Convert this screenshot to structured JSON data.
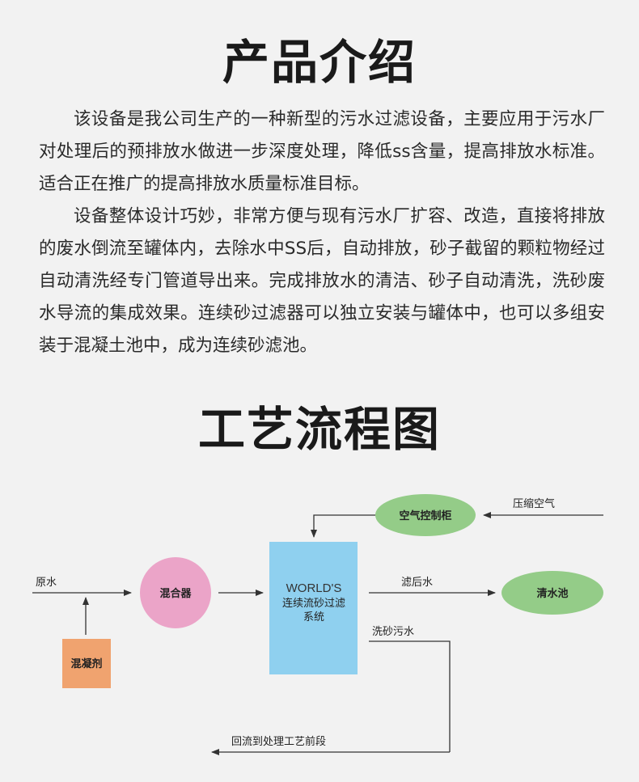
{
  "intro": {
    "title": "产品介绍",
    "paragraphs": [
      "该设备是我公司生产的一种新型的污水过滤设备，主要应用于污水厂对处理后的预排放水做进一步深度处理，降低ss含量，提高排放水标准。适合正在推广的提高排放水质量标准目标。",
      "设备整体设计巧妙，非常方便与现有污水厂扩容、改造，直接将排放的废水倒流至罐体内，去除水中SS后，自动排放，砂子截留的颗粒物经过自动清洗经专门管道导出来。完成排放水的清洁、砂子自动清洗，洗砂废水导流的集成效果。连续砂过滤器可以独立安装与罐体中，也可以多组安装于混凝土池中，成为连续砂滤池。"
    ]
  },
  "flow": {
    "title": "工艺流程图",
    "nodes": {
      "mixer": "混合器",
      "coagulant": "混凝剂",
      "system_brand": "WORLD'S",
      "system_line1": "连续流砂过滤",
      "system_line2": "系统",
      "air_cabinet": "空气控制柜",
      "clear_pool": "清水池"
    },
    "labels": {
      "raw_water": "原水",
      "compressed_air": "压缩空气",
      "filtered_water": "滤后水",
      "wash_water": "洗砂污水",
      "return": "回流到处理工艺前段"
    },
    "colors": {
      "mixer": "#eba4c8",
      "coagulant": "#f0a36f",
      "system": "#8fd0ef",
      "air_cabinet": "#94cc88",
      "clear_pool": "#94cc88",
      "line": "#333333"
    }
  }
}
